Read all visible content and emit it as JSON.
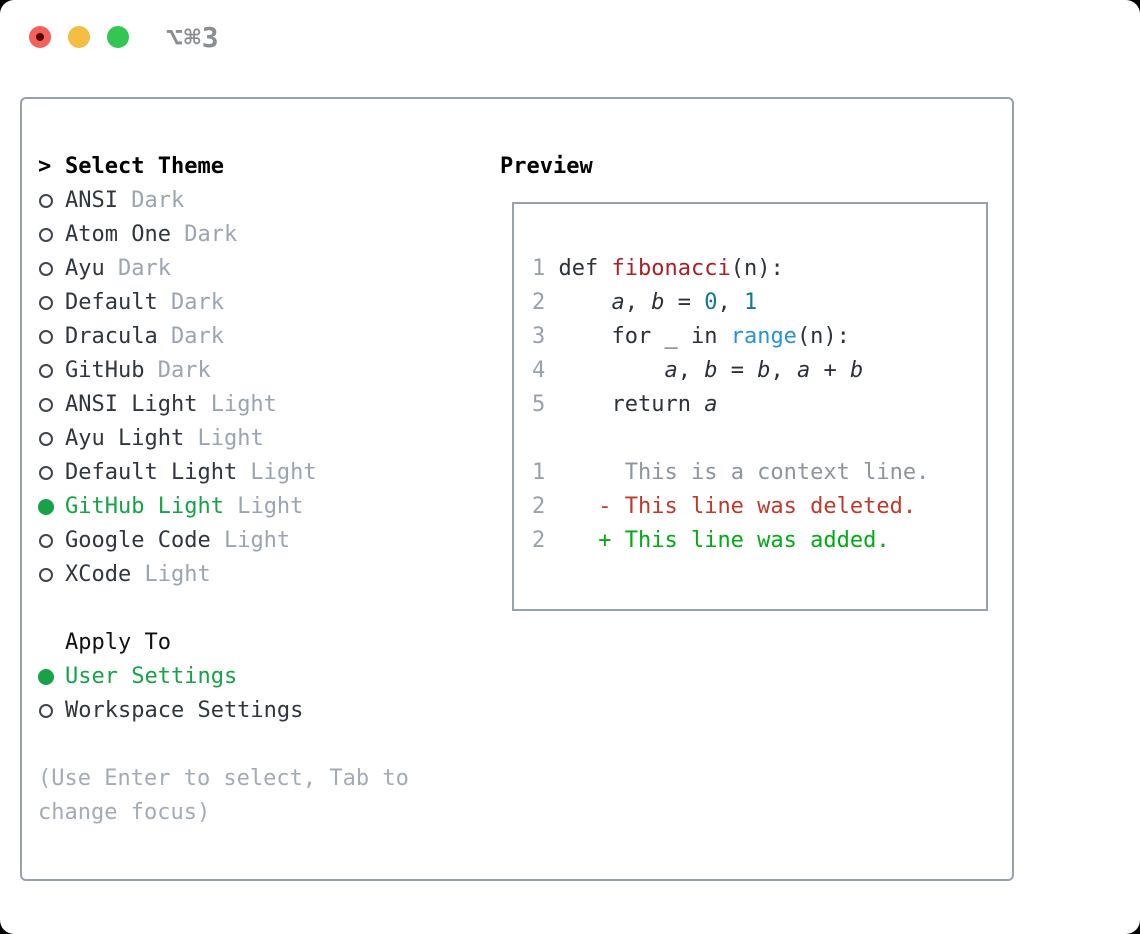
{
  "palette": {
    "traffic_red": "#f4605a",
    "traffic_red_dot": "#550402",
    "traffic_yellow": "#f5bd41",
    "traffic_green": "#32c652",
    "shortcut_gray": "#8a8d91",
    "border_gray": "#98a2ad",
    "text_dark": "#30363d",
    "muted_gray": "#9ba5b1",
    "help_gray": "#a3abb6",
    "ring_gray": "#40464e",
    "select_green": "#17a24a",
    "lineno_gray": "#99a1aa",
    "code_text": "#2b323a",
    "func_red": "#ae1f23",
    "lit_teal": "#0e7a8a",
    "builtin_blue": "#2596d1",
    "ctx_gray": "#8d959e",
    "del_red": "#c0392b",
    "add_green": "#00ab14"
  },
  "window": {
    "shortcut_label": "⌥⌘3"
  },
  "theme_list": {
    "header_marker": ">",
    "header": "Select Theme",
    "items": [
      {
        "name": "ANSI",
        "tag": "Dark",
        "selected": false
      },
      {
        "name": "Atom One",
        "tag": "Dark",
        "selected": false
      },
      {
        "name": "Ayu",
        "tag": "Dark",
        "selected": false
      },
      {
        "name": "Default",
        "tag": "Dark",
        "selected": false
      },
      {
        "name": "Dracula",
        "tag": "Dark",
        "selected": false
      },
      {
        "name": "GitHub",
        "tag": "Dark",
        "selected": false
      },
      {
        "name": "ANSI Light",
        "tag": "Light",
        "selected": false
      },
      {
        "name": "Ayu Light",
        "tag": "Light",
        "selected": false
      },
      {
        "name": "Default Light",
        "tag": "Light",
        "selected": false
      },
      {
        "name": "GitHub Light",
        "tag": "Light",
        "selected": true
      },
      {
        "name": "Google Code",
        "tag": "Light",
        "selected": false
      },
      {
        "name": "XCode",
        "tag": "Light",
        "selected": false
      }
    ]
  },
  "apply_to": {
    "header": "Apply To",
    "options": [
      {
        "name": "User Settings",
        "selected": true
      },
      {
        "name": "Workspace Settings",
        "selected": false
      }
    ]
  },
  "help_lines": [
    "(Use Enter to select, Tab to",
    "change focus)"
  ],
  "preview": {
    "title": "Preview",
    "lines": [
      [
        {
          "t": "1",
          "s": "lineno"
        },
        {
          "t": " ",
          "s": "plain"
        },
        {
          "t": "def ",
          "s": "plain"
        },
        {
          "t": "fibonacci",
          "s": "func"
        },
        {
          "t": "(n):",
          "s": "plain"
        }
      ],
      [
        {
          "t": "2",
          "s": "lineno"
        },
        {
          "t": "     ",
          "s": "plain"
        },
        {
          "t": "a",
          "s": "var"
        },
        {
          "t": ", ",
          "s": "plain"
        },
        {
          "t": "b",
          "s": "var"
        },
        {
          "t": " = ",
          "s": "plain"
        },
        {
          "t": "0",
          "s": "lit"
        },
        {
          "t": ", ",
          "s": "plain"
        },
        {
          "t": "1",
          "s": "lit"
        }
      ],
      [
        {
          "t": "3",
          "s": "lineno"
        },
        {
          "t": "     ",
          "s": "plain"
        },
        {
          "t": "for _ in ",
          "s": "plain"
        },
        {
          "t": "range",
          "s": "builtin"
        },
        {
          "t": "(n):",
          "s": "plain"
        }
      ],
      [
        {
          "t": "4",
          "s": "lineno"
        },
        {
          "t": "         ",
          "s": "plain"
        },
        {
          "t": "a",
          "s": "var"
        },
        {
          "t": ", ",
          "s": "plain"
        },
        {
          "t": "b",
          "s": "var"
        },
        {
          "t": " = ",
          "s": "plain"
        },
        {
          "t": "b",
          "s": "var"
        },
        {
          "t": ", ",
          "s": "plain"
        },
        {
          "t": "a",
          "s": "var"
        },
        {
          "t": " + ",
          "s": "plain"
        },
        {
          "t": "b",
          "s": "var"
        }
      ],
      [
        {
          "t": "5",
          "s": "lineno"
        },
        {
          "t": "     ",
          "s": "plain"
        },
        {
          "t": "return ",
          "s": "plain"
        },
        {
          "t": "a",
          "s": "var"
        }
      ],
      [],
      [
        {
          "t": "1",
          "s": "lineno"
        },
        {
          "t": "      ",
          "s": "plain"
        },
        {
          "t": "This is a context line.",
          "s": "ctx"
        }
      ],
      [
        {
          "t": "2",
          "s": "lineno"
        },
        {
          "t": "    ",
          "s": "plain"
        },
        {
          "t": "- This line was deleted.",
          "s": "del"
        }
      ],
      [
        {
          "t": "2",
          "s": "lineno"
        },
        {
          "t": "    ",
          "s": "plain"
        },
        {
          "t": "+ This line was added.",
          "s": "add"
        }
      ]
    ]
  }
}
